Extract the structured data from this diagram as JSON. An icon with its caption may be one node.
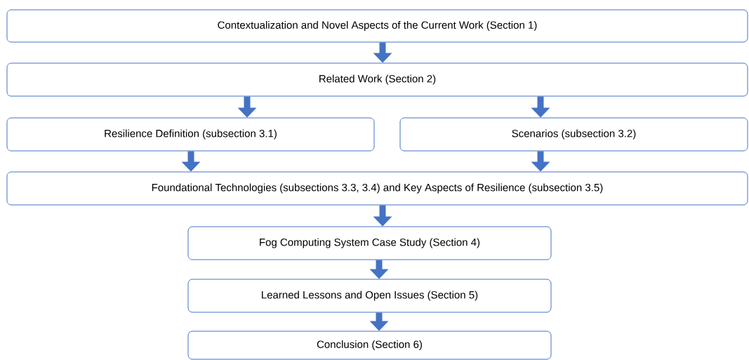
{
  "diagram": {
    "nodes": [
      {
        "text": [
          "Contextualization and Novel Aspects of the Current Work (Section 1)"
        ]
      },
      {
        "text": [
          "Related Work (Section 2)"
        ]
      },
      {
        "text": [
          "Resilience Definition (subsection 3.1)"
        ]
      },
      {
        "text": [
          "Scenarios (subsection 3.2)"
        ]
      },
      {
        "text": [
          "Foundational Technologies (subsections 3.3, 3.4) and Key Aspects of Resilience (subsection 3.5)"
        ]
      },
      {
        "text": [
          "Fog Computing System Case Study (Section 4)"
        ]
      },
      {
        "text": [
          "Learned Lessons and Open Issues (Section 5)"
        ]
      },
      {
        "text": [
          "Conclusion (Section 6)"
        ]
      }
    ],
    "edges": [
      {
        "from": 0,
        "to": 1,
        "arrow": "to"
      },
      {
        "from": 1,
        "to": 2,
        "arrow": "to"
      },
      {
        "from": 1,
        "to": 3,
        "arrow": "to"
      },
      {
        "from": 2,
        "to": 4,
        "arrow": "to"
      },
      {
        "from": 3,
        "to": 4,
        "arrow": "to"
      },
      {
        "from": 4,
        "to": 5,
        "arrow": "to"
      },
      {
        "from": 5,
        "to": 6,
        "arrow": "to"
      },
      {
        "from": 6,
        "to": 7,
        "arrow": "to"
      }
    ]
  }
}
